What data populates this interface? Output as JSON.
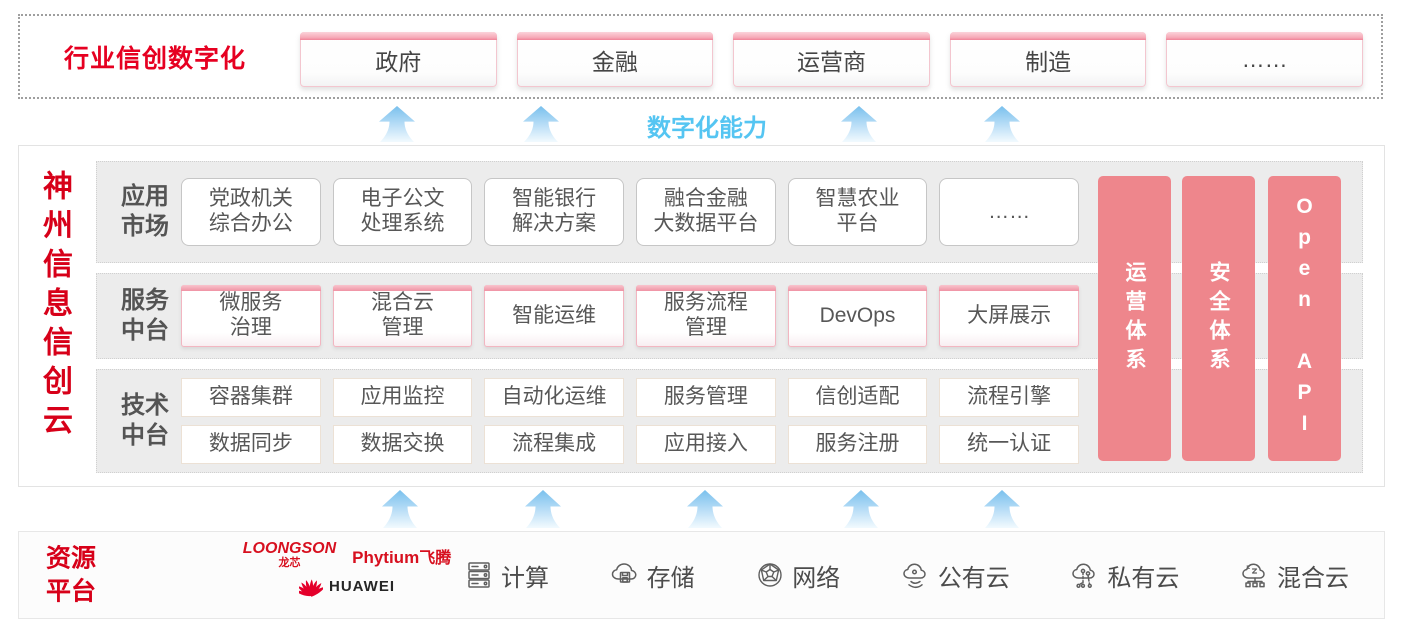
{
  "colors": {
    "accent_red": "#e60021",
    "pillar_salmon": "#ee868c",
    "capability_blue": "#55c5f2",
    "box_text_gray": "#575757"
  },
  "top_banner": {
    "title": "行业信创数字化",
    "items": [
      "政府",
      "金融",
      "运营商",
      "制造",
      "……"
    ]
  },
  "capability": {
    "label": "数字化能力"
  },
  "platform": {
    "side_title": "神州信息信创云",
    "rows": [
      {
        "label": "应用\n市场",
        "items": [
          "党政机关\n综合办公",
          "电子公文\n处理系统",
          "智能银行\n解决方案",
          "融合金融\n大数据平台",
          "智慧农业\n平台",
          "……"
        ]
      },
      {
        "label": "服务\n中台",
        "items": [
          "微服务\n治理",
          "混合云\n管理",
          "智能运维",
          "服务流程\n管理",
          "DevOps",
          "大屏展示"
        ]
      },
      {
        "label": "技术\n中台",
        "items": [
          "容器集群",
          "应用监控",
          "自动化运维",
          "服务管理",
          "信创适配",
          "流程引擎",
          "数据同步",
          "数据交换",
          "流程集成",
          "应用接入",
          "服务注册",
          "统一认证"
        ]
      }
    ],
    "pillars": [
      "运营体系",
      "安全体系",
      "Open API"
    ]
  },
  "resources": {
    "label": "资源\n平台",
    "vendors": {
      "loongson": "LOONGSON",
      "loongson_sub": "龙芯",
      "phytium": "Phytium",
      "phytium_sub": "飞腾",
      "huawei": "HUAWEI"
    },
    "items": [
      {
        "icon": "server-icon",
        "label": "计算"
      },
      {
        "icon": "storage-cloud-icon",
        "label": "存储"
      },
      {
        "icon": "network-globe-icon",
        "label": "网络"
      },
      {
        "icon": "public-cloud-icon",
        "label": "公有云"
      },
      {
        "icon": "private-cloud-icon",
        "label": "私有云"
      },
      {
        "icon": "hybrid-cloud-icon",
        "label": "混合云"
      }
    ]
  }
}
